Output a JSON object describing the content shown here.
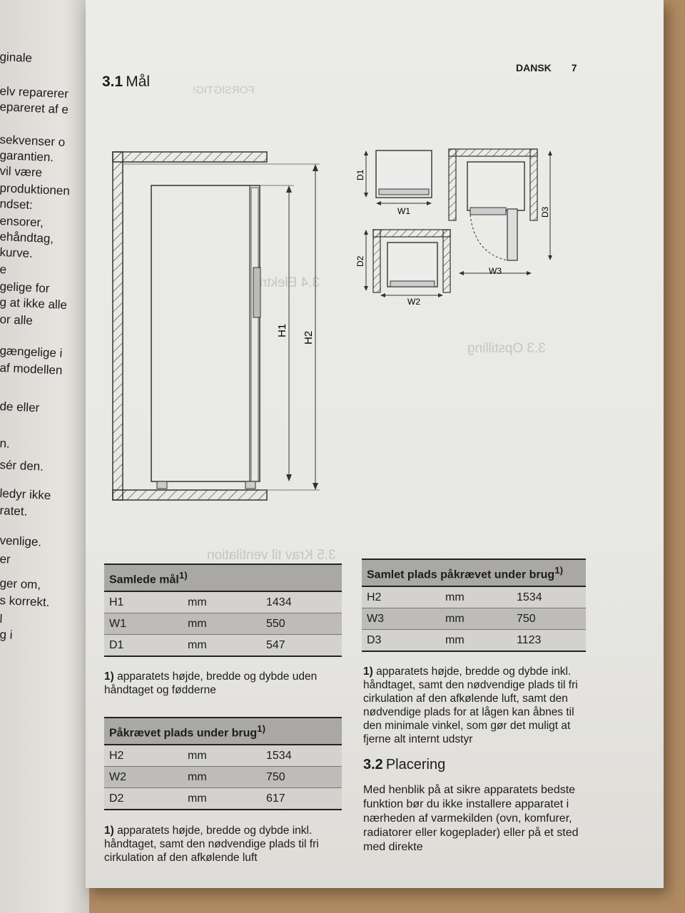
{
  "left_page": {
    "lines": [
      "ginale",
      "elv reparerer",
      "epareret af e",
      "sekvenser o",
      "garantien.",
      "vil være",
      "produktionen",
      "ndset:",
      "ensorer,",
      "ehåndtag,",
      "kurve.",
      "e",
      "gelige for",
      "g at ikke alle",
      "or alle",
      "gængelige i",
      "af modellen",
      "de eller",
      "n.",
      "sér den.",
      "ledyr ikke",
      "ratet.",
      "venlige.",
      "er",
      "ger om,",
      "s korrekt.",
      "l",
      "g i"
    ]
  },
  "header": {
    "language": "DANSK",
    "page_number": "7"
  },
  "section": {
    "number": "3.1",
    "title": "Mål"
  },
  "diagram_labels": {
    "h1": "H1",
    "h2": "H2",
    "d1": "D1",
    "w1": "W1",
    "d2": "D2",
    "w2": "W2",
    "d3": "D3",
    "w3": "W3"
  },
  "table_total": {
    "header": "Samlede mål",
    "footnote_ref": "1)",
    "rows": [
      {
        "label": "H1",
        "unit": "mm",
        "value": "1434"
      },
      {
        "label": "W1",
        "unit": "mm",
        "value": "550"
      },
      {
        "label": "D1",
        "unit": "mm",
        "value": "547"
      }
    ],
    "footnote_num": "1)",
    "footnote": "apparatets højde, bredde og dybde uden håndtaget og fødderne"
  },
  "table_required": {
    "header": "Påkrævet plads under brug",
    "footnote_ref": "1)",
    "rows": [
      {
        "label": "H2",
        "unit": "mm",
        "value": "1534"
      },
      {
        "label": "W2",
        "unit": "mm",
        "value": "750"
      },
      {
        "label": "D2",
        "unit": "mm",
        "value": "617"
      }
    ],
    "footnote_num": "1)",
    "footnote": "apparatets højde, bredde og dybde inkl. håndtaget, samt den nødvendige plads til fri cirkulation af den afkølende luft"
  },
  "table_total_space": {
    "header": "Samlet plads påkrævet under brug",
    "footnote_ref": "1)",
    "rows": [
      {
        "label": "H2",
        "unit": "mm",
        "value": "1534"
      },
      {
        "label": "W3",
        "unit": "mm",
        "value": "750"
      },
      {
        "label": "D3",
        "unit": "mm",
        "value": "1123"
      }
    ],
    "footnote_num": "1)",
    "footnote": "apparatets højde, bredde og dybde inkl. håndtaget, samt den nødvendige plads til fri cirkulation af den afkølende luft, samt den nødvendige plads for at lågen kan åbnes til den minimale vinkel, som gør det muligt at fjerne alt internt udstyr"
  },
  "placement": {
    "number": "3.2",
    "title": "Placering",
    "body": "Med henblik på at sikre apparatets bedste funktion bør du ikke installere apparatet i nærheden af varmekilden (ovn, komfurer, radiatorer eller kogeplader) eller på et sted med direkte"
  },
  "bleed_through": [
    "FORSIGTIG!",
    "3.3 Opstilling",
    "3.4 Elektrisk tilslutning",
    "3.5 Krav til ventilation"
  ]
}
